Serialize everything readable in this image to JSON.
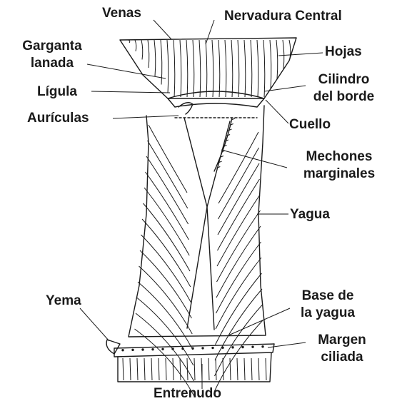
{
  "labels": {
    "venas": "Venas",
    "nervadura_central": "Nervadura Central",
    "garganta_lanada_1": "Garganta",
    "garganta_lanada_2": "lanada",
    "hojas": "Hojas",
    "ligula": "Lígula",
    "cilindro_del_borde_1": "Cilindro",
    "cilindro_del_borde_2": "del borde",
    "auriculas": "Aurículas",
    "cuello": "Cuello",
    "mechones_marginales_1": "Mechones",
    "mechones_marginales_2": "marginales",
    "yagua": "Yagua",
    "yema": "Yema",
    "base_de_la_yagua_1": "Base de",
    "base_de_la_yagua_2": "la yagua",
    "margen_ciliada_1": "Margen",
    "margen_ciliada_2": "ciliada",
    "entrenudo": "Entrenudo"
  },
  "colors": {
    "ink": "#1a1a1a",
    "background": "#ffffff"
  }
}
